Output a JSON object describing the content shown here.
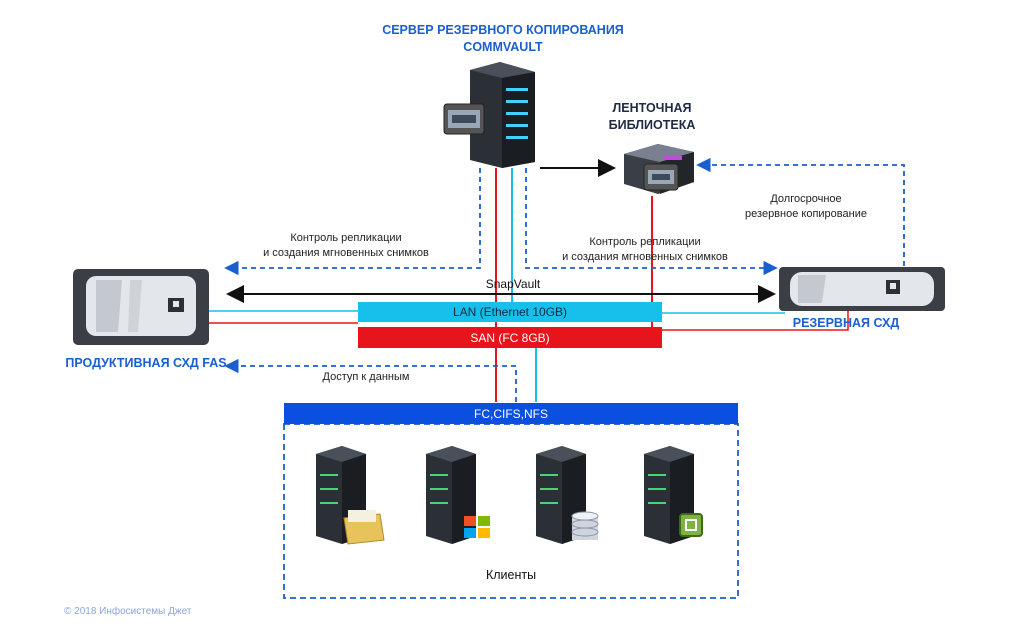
{
  "nodes": {
    "backup_server": "СЕРВЕР РЕЗЕРВНОГО КОПИРОВАНИЯ\nCOMMVAULT",
    "tape_library": "ЛЕНТОЧНАЯ\nБИБЛИОТЕКА",
    "prod_storage": "ПРОДУКТИВНАЯ СХД FAS",
    "backup_storage": "РЕЗЕРВНАЯ СХД",
    "clients_title": "Клиенты"
  },
  "edges": {
    "replication_left": "Контроль репликации\nи создания мгновенных  снимков",
    "replication_right": "Контроль репликации\nи создания мгновенных  снимков",
    "longterm": "Долгосрочное\nрезервное копирование",
    "snapvault": "SnapVault",
    "data_access": "Доступ к данным"
  },
  "networks": {
    "lan": "LAN (Ethernet 10GB)",
    "san": "SAN (FC 8GB)",
    "protocols": "FC,CIFS,NFS"
  },
  "client_icons": [
    "folder-icon",
    "windows-icon",
    "database-icon",
    "vmware-icon"
  ],
  "colors": {
    "blue": "#1a5fd0",
    "lan": "#17c0ea",
    "san": "#e8141c",
    "protocol_bar": "#0a4fe0"
  },
  "footer": {
    "copyright": "© 2018 Инфосистемы  Джет"
  }
}
